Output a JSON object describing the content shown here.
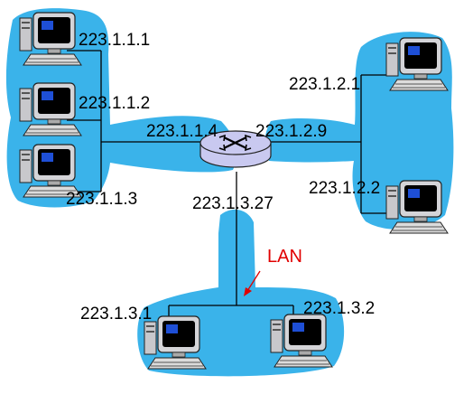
{
  "colors": {
    "subnet_fill": "#3ab3ea",
    "wire": "#000000",
    "router_fill": "#c9c9f0",
    "lan_text": "#e10000",
    "lan_arrow": "#e10000"
  },
  "router": {
    "icon": "router-icon",
    "interfaces": {
      "left": "223.1.1.4",
      "right": "223.1.2.9",
      "bottom": "223.1.3.27"
    }
  },
  "subnets": {
    "left": {
      "hosts": [
        "223.1.1.1",
        "223.1.1.2",
        "223.1.1.3"
      ]
    },
    "right": {
      "hosts": [
        "223.1.2.1",
        "223.1.2.2"
      ]
    },
    "bottom": {
      "hosts": [
        "223.1.3.1",
        "223.1.3.2"
      ]
    }
  },
  "lan_annotation": "LAN",
  "host_icon": "desktop-computer-icon"
}
